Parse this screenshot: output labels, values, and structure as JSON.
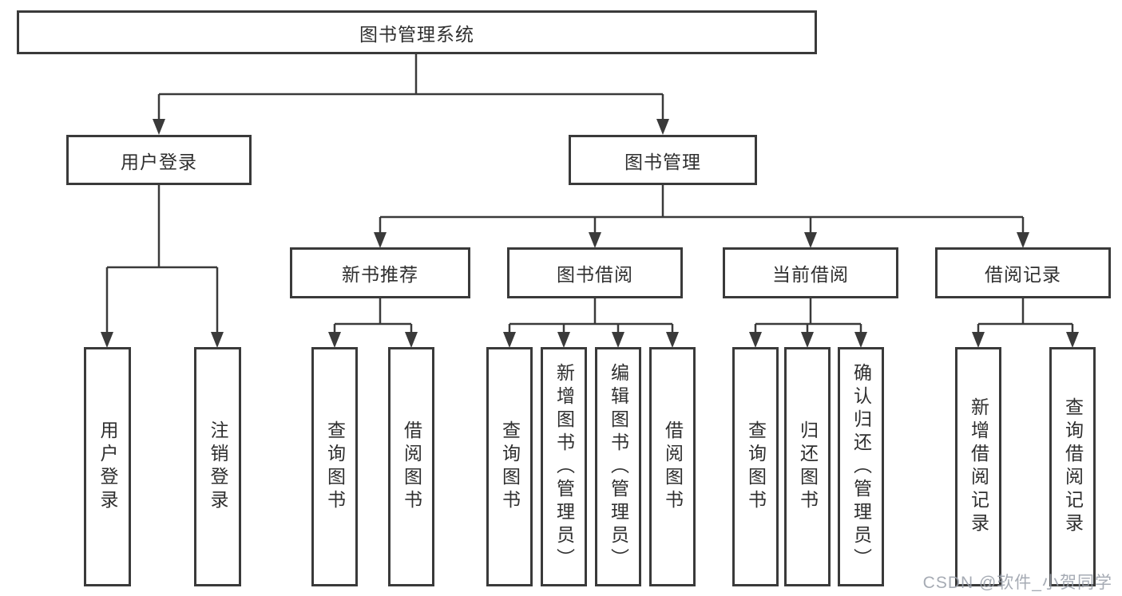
{
  "diagram": {
    "root": {
      "label": "图书管理系统"
    },
    "level2": [
      {
        "label": "用户登录"
      },
      {
        "label": "图书管理"
      }
    ],
    "level3": [
      {
        "label": "新书推荐"
      },
      {
        "label": "图书借阅"
      },
      {
        "label": "当前借阅"
      },
      {
        "label": "借阅记录"
      }
    ],
    "leaves": {
      "user_login": [
        "用户登录",
        "注销登录"
      ],
      "new_book_recommend": [
        "查询图书",
        "借阅图书"
      ],
      "book_borrow": [
        "查询图书",
        "新增图书（管理员）",
        "编辑图书（管理员）",
        "借阅图书"
      ],
      "current_borrow": [
        "查询图书",
        "归还图书",
        "确认归还（管理员）"
      ],
      "borrow_records": [
        "新增借阅记录",
        "查询借阅记录"
      ]
    },
    "watermark": "CSDN @软件_小贺同学",
    "colors": {
      "line": "#3a3a3a",
      "box_border": "#3a3a3a",
      "text": "#2f2f2f",
      "background": "#ffffff",
      "watermark": "#9aa0aa"
    }
  }
}
